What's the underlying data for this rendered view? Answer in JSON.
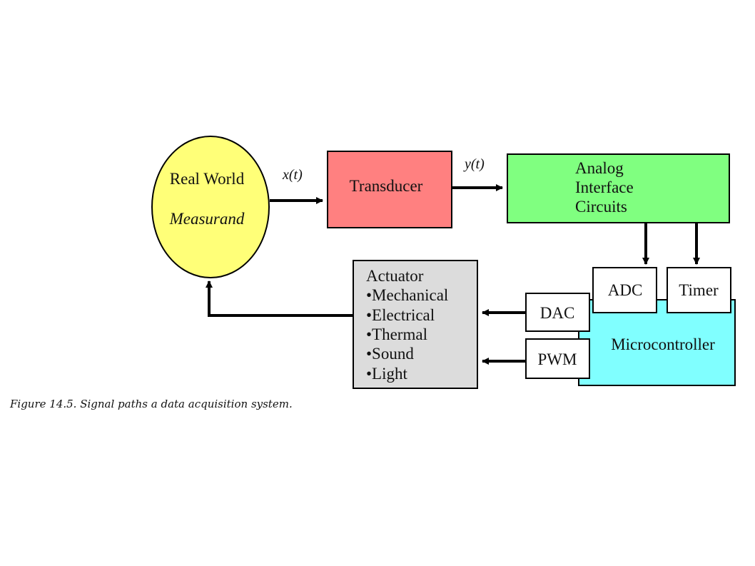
{
  "diagram": {
    "real_world": {
      "line1": "Real World",
      "line2": "Measurand",
      "color": "#FFFF78"
    },
    "signals": {
      "x_label": "x(t)",
      "y_label": "y(t)"
    },
    "transducer": {
      "label": "Transducer",
      "color": "#FF8080"
    },
    "analog": {
      "line1": "Analog",
      "line2": "Interface",
      "line3": "Circuits",
      "color": "#80FF80"
    },
    "adc": {
      "label": "ADC"
    },
    "timer": {
      "label": "Timer"
    },
    "dac": {
      "label": "DAC"
    },
    "pwm": {
      "label": "PWM"
    },
    "microcontroller": {
      "label": "Microcontroller",
      "color": "#80FFFF"
    },
    "actuator": {
      "title": "Actuator",
      "items": [
        "•Mechanical",
        "•Electrical",
        "•Thermal",
        "•Sound",
        "•Light"
      ],
      "color": "#DCDCDC"
    }
  },
  "caption": "Figure 14.5. Signal paths a data acquisition system."
}
